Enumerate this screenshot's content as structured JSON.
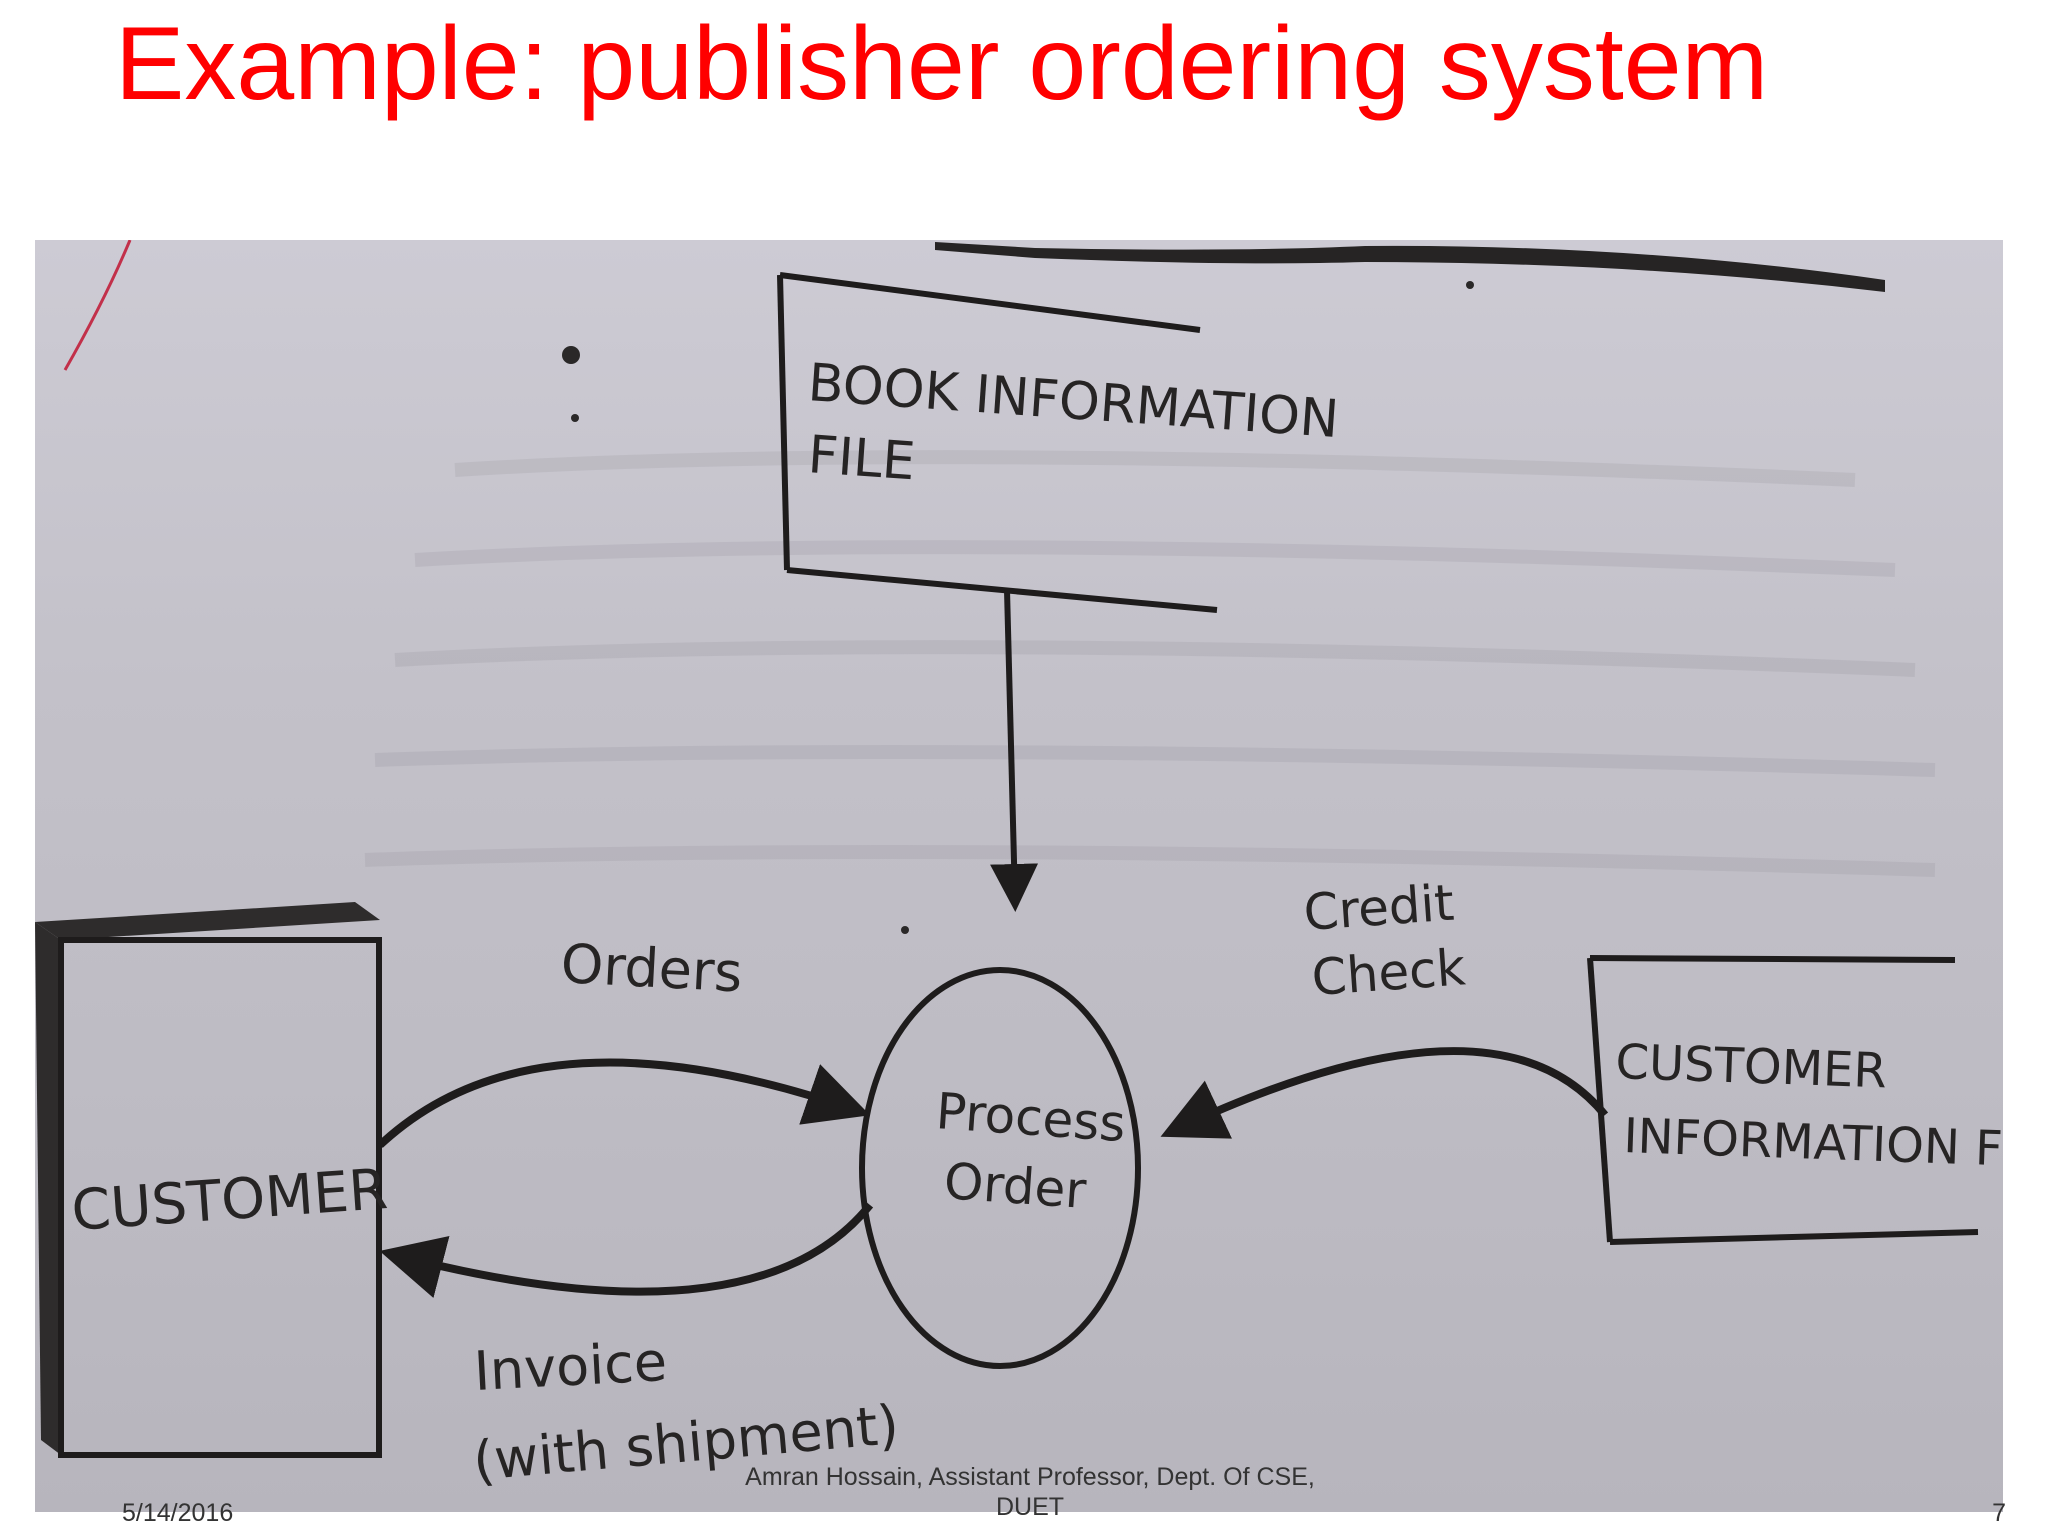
{
  "slide": {
    "title": "Example: publisher ordering system"
  },
  "diagram": {
    "entities": {
      "customer": "CUSTOMER"
    },
    "processes": {
      "process_order": {
        "line1": "Process",
        "line2": "Order"
      }
    },
    "data_stores": {
      "book_info": {
        "line1": "BOOK INFORMATION",
        "line2": "FILE"
      },
      "customer_info": {
        "line1": "CUSTOMER",
        "line2": "INFORMATION FILE"
      }
    },
    "flows": {
      "orders": "Orders",
      "credit_check": {
        "line1": "Credit",
        "line2": "Check"
      },
      "invoice": {
        "line1": "Invoice",
        "line2": "(with shipment)"
      }
    }
  },
  "footer": {
    "date": "5/14/2016",
    "author_line1": "Amran Hossain, Assistant Professor, Dept. Of CSE,",
    "author_line2": "DUET",
    "page": "7"
  }
}
